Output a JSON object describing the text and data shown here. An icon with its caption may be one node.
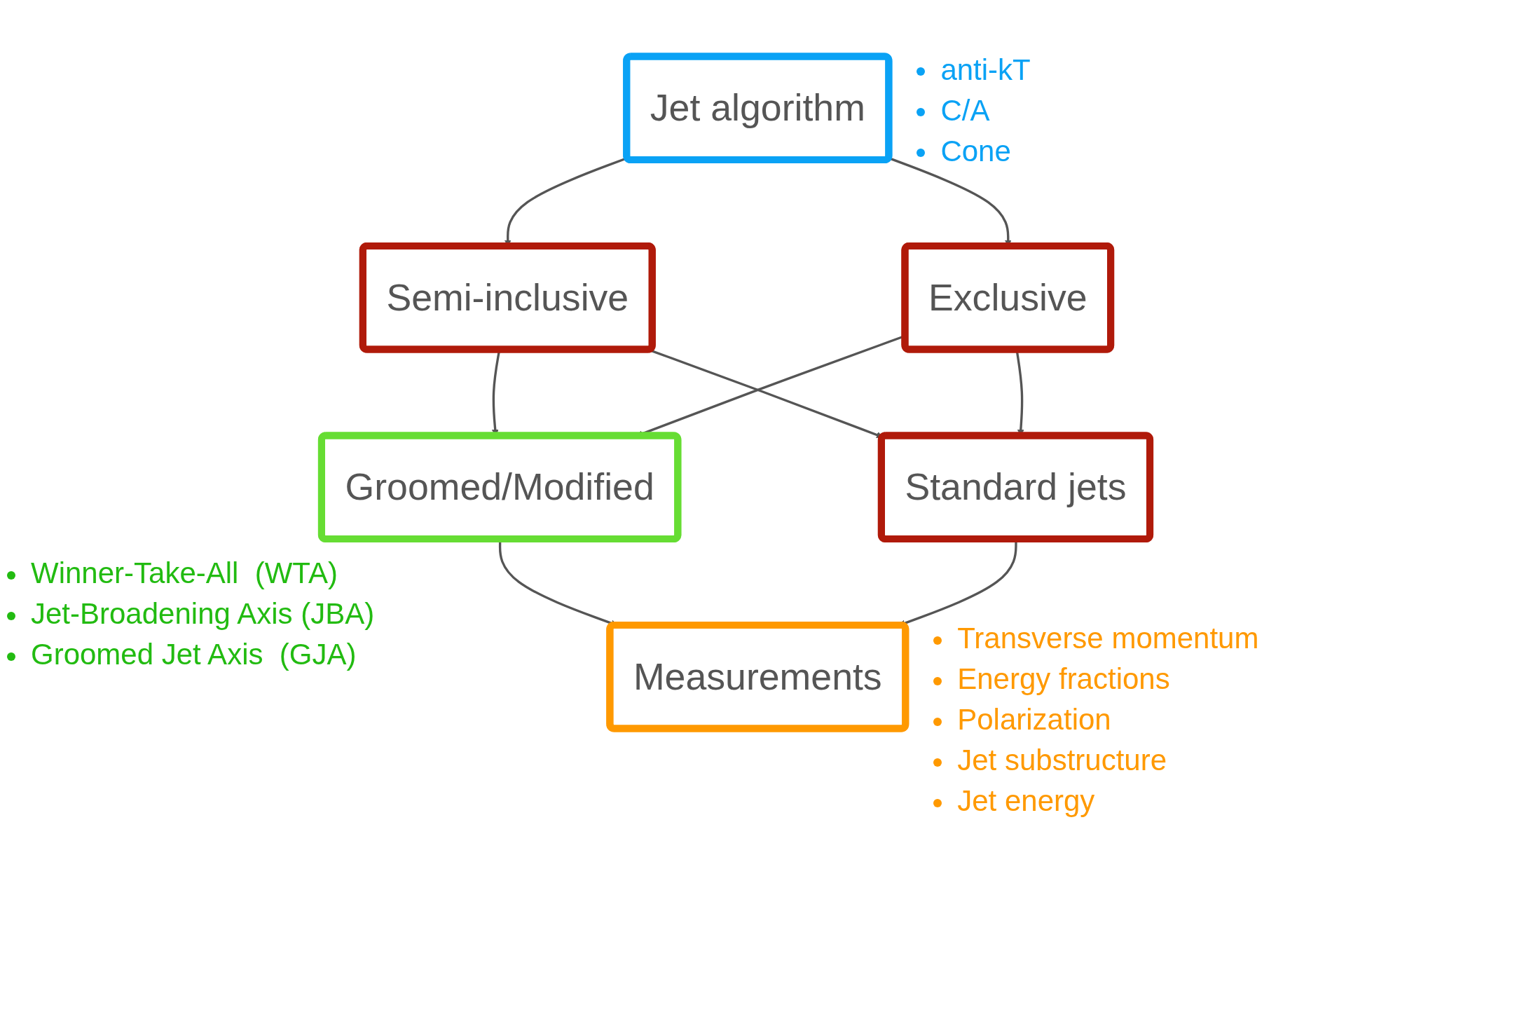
{
  "diagram": {
    "nodes": [
      {
        "text": [
          "Jet algorithm"
        ],
        "beside": [
          "anti-kT",
          "C/A",
          "Cone"
        ]
      },
      {
        "text": [
          "Semi-inclusive"
        ]
      },
      {
        "text": [
          "Exclusive"
        ]
      },
      {
        "text": [
          "Groomed/Modified"
        ],
        "beside": [
          "Winner-Take-All  (WTA)",
          "Jet-Broadening Axis (JBA)",
          "Groomed Jet Axis  (GJA)"
        ]
      },
      {
        "text": [
          "Standard jets"
        ]
      },
      {
        "text": [
          "Measurements"
        ],
        "beside": [
          "Transverse momentum",
          "Energy fractions",
          "Polarization",
          "Jet substructure",
          "Jet energy"
        ]
      }
    ],
    "edges": [
      {
        "from": 0,
        "to": 1,
        "arrow": "to"
      },
      {
        "from": 0,
        "to": 2,
        "arrow": "to"
      },
      {
        "from": 1,
        "to": 3,
        "arrow": "to"
      },
      {
        "from": 1,
        "to": 4,
        "arrow": "to"
      },
      {
        "from": 2,
        "to": 3,
        "arrow": "to"
      },
      {
        "from": 2,
        "to": 4,
        "arrow": "to"
      },
      {
        "from": 3,
        "to": 5,
        "arrow": "to"
      },
      {
        "from": 4,
        "to": 5,
        "arrow": "to"
      }
    ]
  }
}
